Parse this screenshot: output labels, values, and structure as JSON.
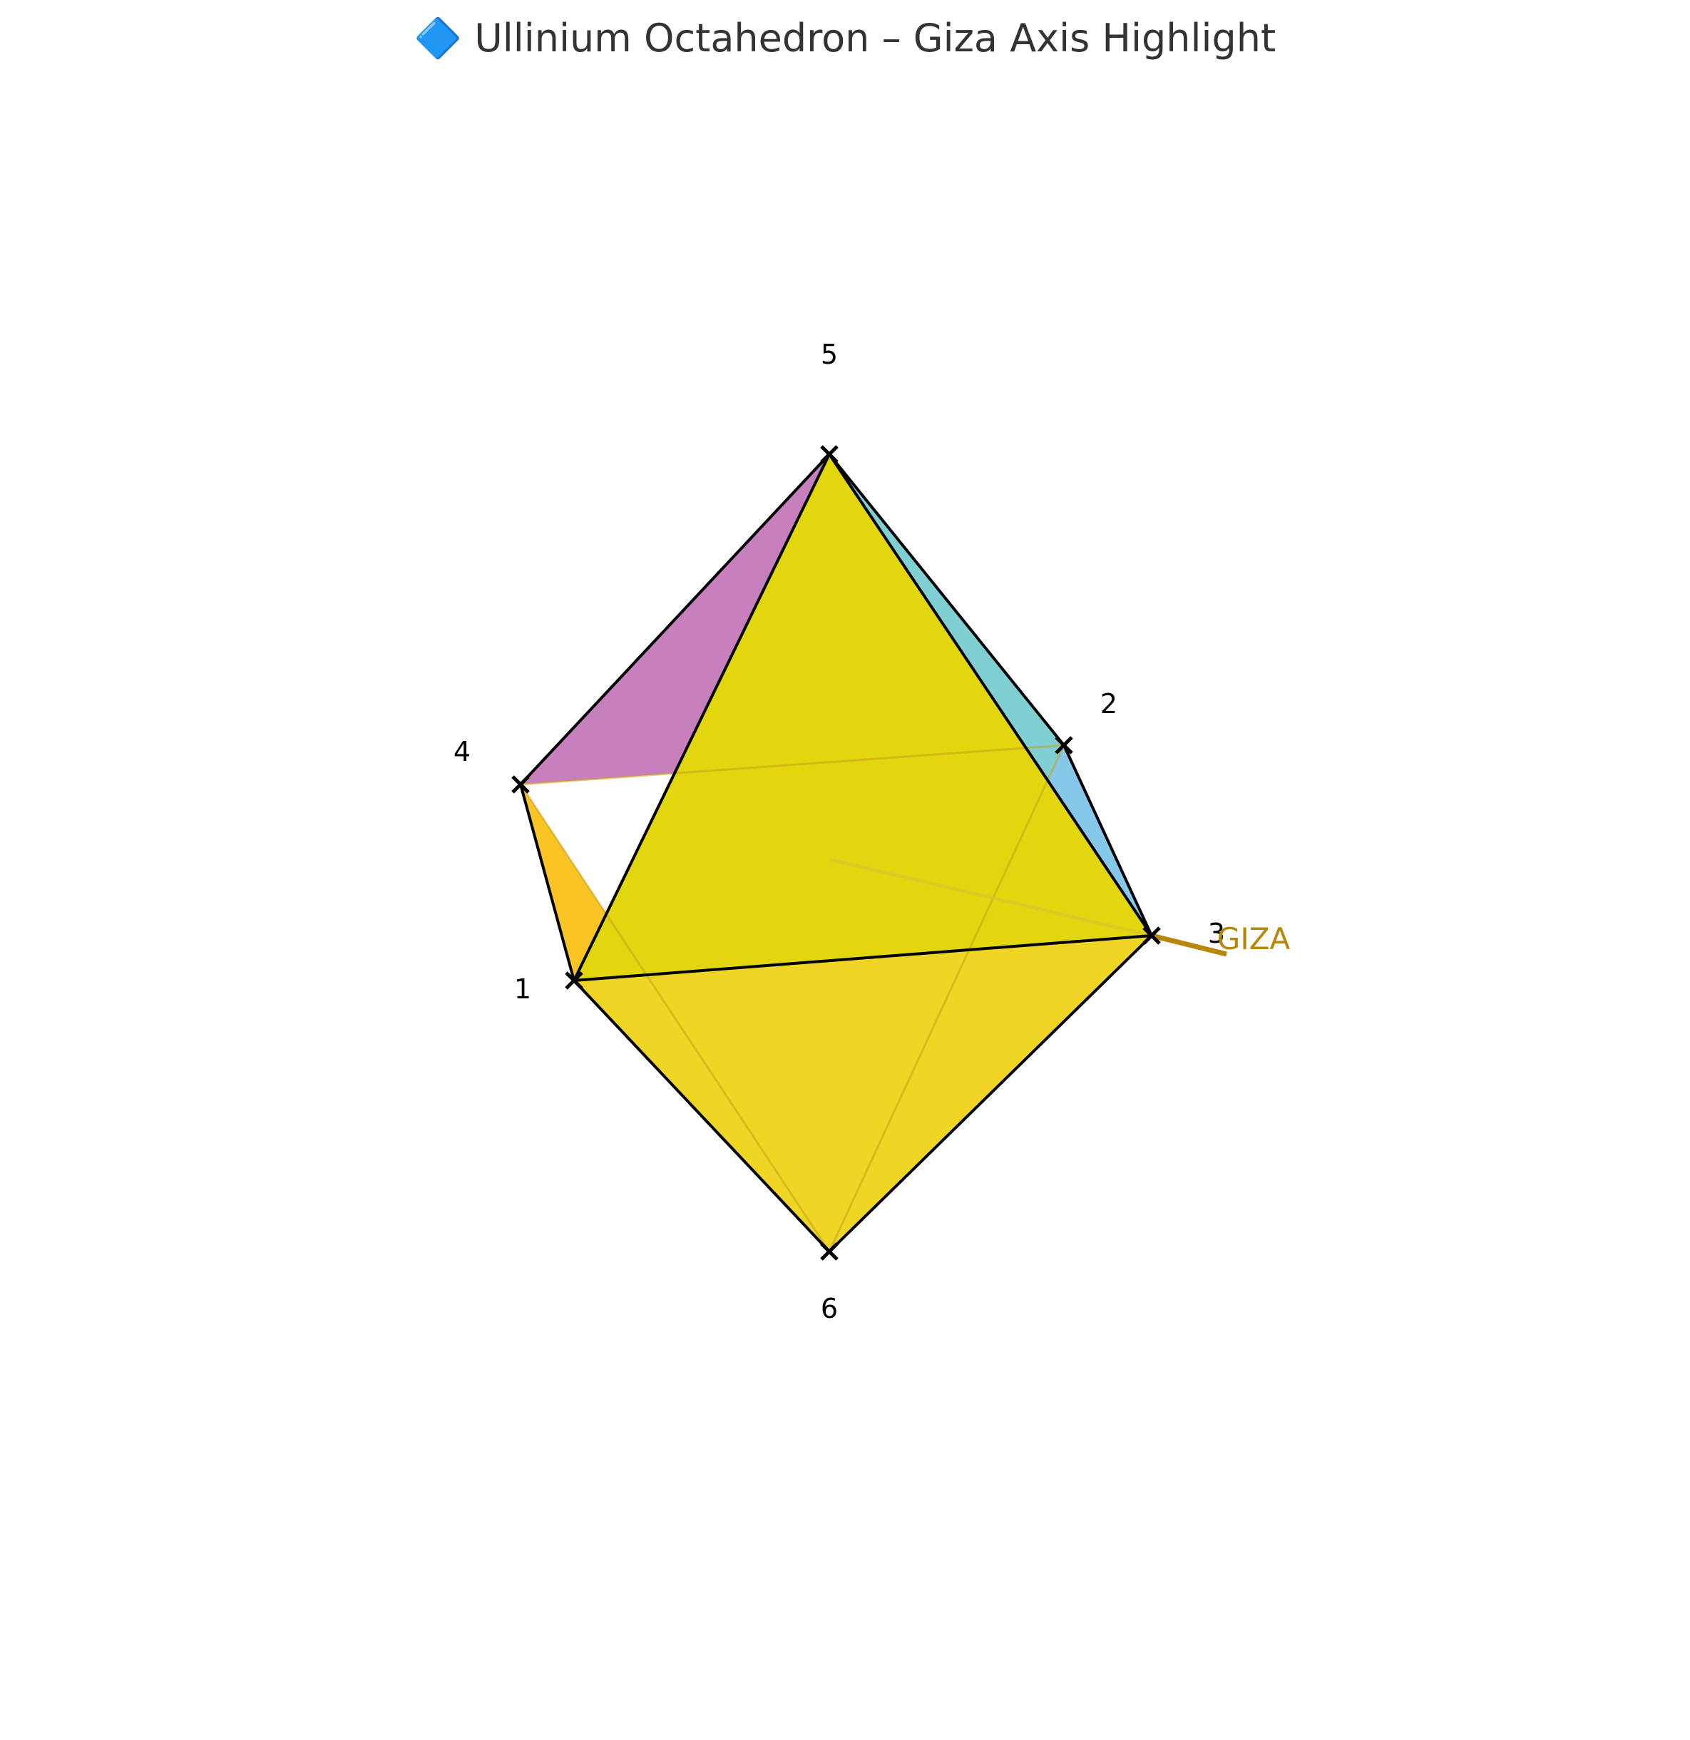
{
  "title": "🔷 Ullinium Octahedron – Giza Axis Highlight",
  "colors": {
    "background": "#ffffff",
    "edge": "#000000",
    "highlight": "#b8860b",
    "face_top_left": "#c77fbe",
    "face_top_right": "#7fcfd3",
    "face_right_side": "#85c8ea",
    "face_left_side": "#d870d6",
    "face_bottom_left": "#fac524",
    "face_bottom_right": "#efd625",
    "face_front": "#e2d70e"
  },
  "vertices": [
    {
      "id": "1",
      "label": "1"
    },
    {
      "id": "2",
      "label": "2"
    },
    {
      "id": "3",
      "label": "3"
    },
    {
      "id": "4",
      "label": "4"
    },
    {
      "id": "5",
      "label": "5"
    },
    {
      "id": "6",
      "label": "6"
    }
  ],
  "faces": [
    {
      "name": "face-5-4-2",
      "vertices": [
        "5",
        "4",
        "2"
      ],
      "color_key": "face_top_left"
    },
    {
      "name": "face-5-2-3",
      "vertices": [
        "5",
        "2",
        "3"
      ],
      "color_key": "face_top_right"
    },
    {
      "name": "face-2-3-6",
      "vertices": [
        "2",
        "3",
        "6"
      ],
      "color_key": "face_right_side"
    },
    {
      "name": "face-4-1-6",
      "vertices": [
        "4",
        "1",
        "6"
      ],
      "color_key": "face_left_side"
    },
    {
      "name": "face-1-6-4",
      "vertices": [
        "1",
        "6",
        "4"
      ],
      "color_key": "face_bottom_left"
    },
    {
      "name": "face-3-6-1",
      "vertices": [
        "3",
        "6",
        "1"
      ],
      "color_key": "face_bottom_right"
    },
    {
      "name": "face-5-1-3",
      "vertices": [
        "5",
        "1",
        "3"
      ],
      "color_key": "face_front"
    }
  ],
  "front_edges": [
    [
      "5",
      "4"
    ],
    [
      "5",
      "1"
    ],
    [
      "5",
      "2"
    ],
    [
      "5",
      "3"
    ],
    [
      "4",
      "1"
    ],
    [
      "1",
      "3"
    ],
    [
      "2",
      "3"
    ],
    [
      "1",
      "6"
    ],
    [
      "3",
      "6"
    ]
  ],
  "hidden_edges": [
    [
      "4",
      "2"
    ],
    [
      "4",
      "6"
    ],
    [
      "2",
      "6"
    ]
  ],
  "highlight_axis": {
    "label": "GIZA",
    "from_vertex": "3"
  }
}
